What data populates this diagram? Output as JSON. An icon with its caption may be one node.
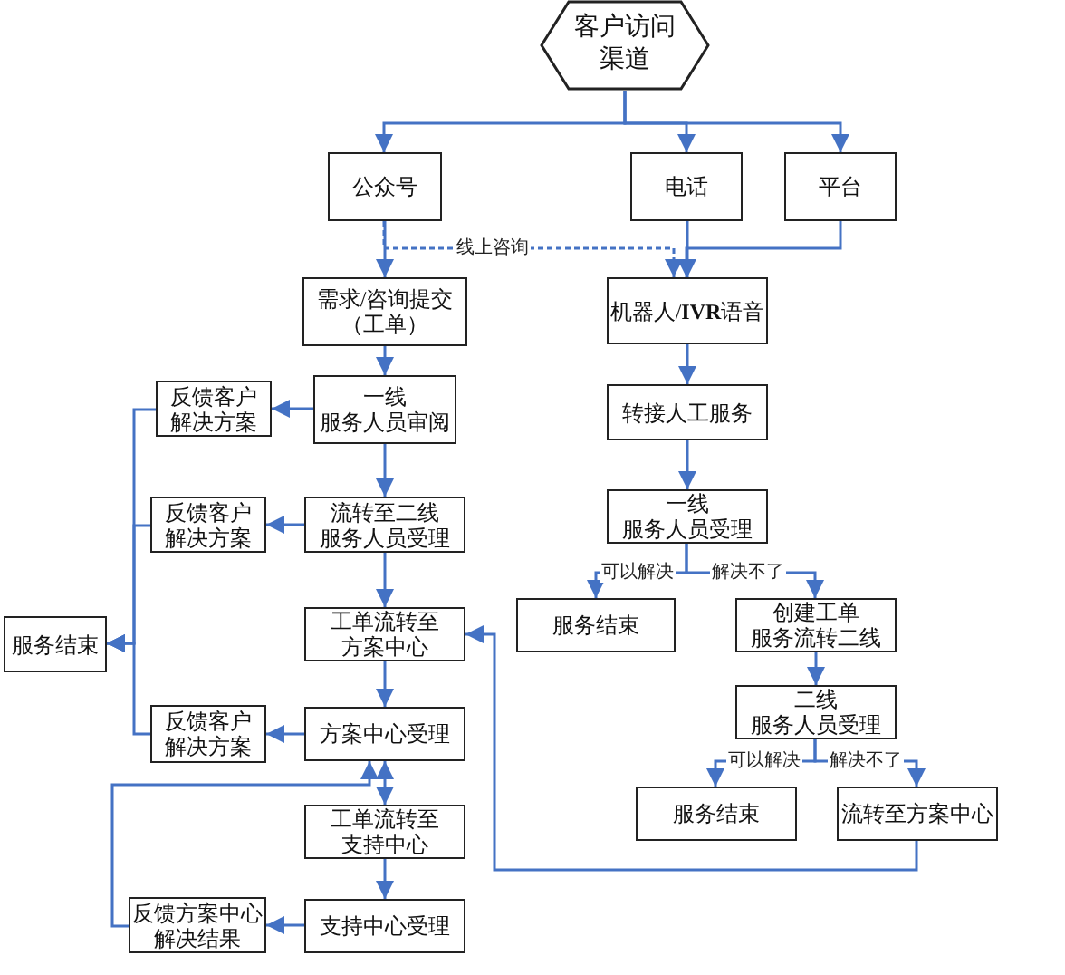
{
  "diagram": {
    "nodes": [
      {
        "text": [
          "客户访问渠道"
        ]
      },
      {
        "text": [
          "公众号"
        ]
      },
      {
        "text": [
          "电话"
        ]
      },
      {
        "text": [
          "平台"
        ]
      },
      {
        "text": [
          "需求/咨询提交（工单）"
        ]
      },
      {
        "text": [
          "机器人/**IVR**语音"
        ]
      },
      {
        "text": [
          "转接人工服务"
        ]
      },
      {
        "text": [
          "一线服务人员审阅"
        ]
      },
      {
        "text": [
          "反馈客户解决方案"
        ]
      },
      {
        "text": [
          "流转至二线服务人员受理"
        ]
      },
      {
        "text": [
          "反馈客户解决方案"
        ]
      },
      {
        "text": [
          "服务结束"
        ]
      },
      {
        "text": [
          "工单流转至方案中心"
        ]
      },
      {
        "text": [
          "一线服务人员受理"
        ]
      },
      {
        "text": [
          "服务结束"
        ]
      },
      {
        "text": [
          "创建工单服务流转二线"
        ]
      },
      {
        "text": [
          "二线服务人员受理"
        ]
      },
      {
        "text": [
          "服务结束"
        ]
      },
      {
        "text": [
          "流转至方案中心"
        ]
      },
      {
        "text": [
          "方案中心受理"
        ]
      },
      {
        "text": [
          "反馈客户解决方案"
        ]
      },
      {
        "text": [
          "工单流转至支持中心"
        ]
      },
      {
        "text": [
          "支持中心受理"
        ]
      },
      {
        "text": [
          "反馈方案中心解决结果"
        ]
      }
    ],
    "edges": [
      {
        "from": 0,
        "to": 1,
        "arrow": "to"
      },
      {
        "from": 0,
        "to": 2,
        "arrow": "to"
      },
      {
        "from": 0,
        "to": 3,
        "arrow": "to"
      },
      {
        "from": 1,
        "to": 4,
        "arrow": "to"
      },
      {
        "from": 1,
        "to": 5,
        "arrow": "to",
        "style": "dashed",
        "label": "线上咨询"
      },
      {
        "from": 2,
        "to": 5,
        "arrow": "to"
      },
      {
        "from": 3,
        "to": 5,
        "arrow": "to"
      },
      {
        "from": 4,
        "to": 7,
        "arrow": "to"
      },
      {
        "from": 7,
        "to": 8,
        "arrow": "to"
      },
      {
        "from": 7,
        "to": 9,
        "arrow": "to"
      },
      {
        "from": 9,
        "to": 10,
        "arrow": "to"
      },
      {
        "from": 9,
        "to": 12,
        "arrow": "to"
      },
      {
        "from": 12,
        "to": 19,
        "arrow": "to"
      },
      {
        "from": 19,
        "to": 20,
        "arrow": "to"
      },
      {
        "from": 19,
        "to": 21,
        "arrow": "both"
      },
      {
        "from": 21,
        "to": 22,
        "arrow": "to"
      },
      {
        "from": 22,
        "to": 23,
        "arrow": "to"
      },
      {
        "from": 23,
        "to": 19,
        "arrow": "to"
      },
      {
        "from": 8,
        "to": 11,
        "arrow": "to"
      },
      {
        "from": 10,
        "to": 11,
        "arrow": "to"
      },
      {
        "from": 20,
        "to": 11,
        "arrow": "to"
      },
      {
        "from": 5,
        "to": 6,
        "arrow": "to"
      },
      {
        "from": 6,
        "to": 13,
        "arrow": "to"
      },
      {
        "from": 13,
        "to": 14,
        "arrow": "to",
        "label": "可以解决"
      },
      {
        "from": 13,
        "to": 15,
        "arrow": "to",
        "label": "解决不了"
      },
      {
        "from": 15,
        "to": 16,
        "arrow": "to"
      },
      {
        "from": 16,
        "to": 17,
        "arrow": "to",
        "label": "可以解决"
      },
      {
        "from": 16,
        "to": 18,
        "arrow": "to",
        "label": "解决不了"
      },
      {
        "from": 18,
        "to": 12,
        "arrow": "to"
      }
    ]
  }
}
